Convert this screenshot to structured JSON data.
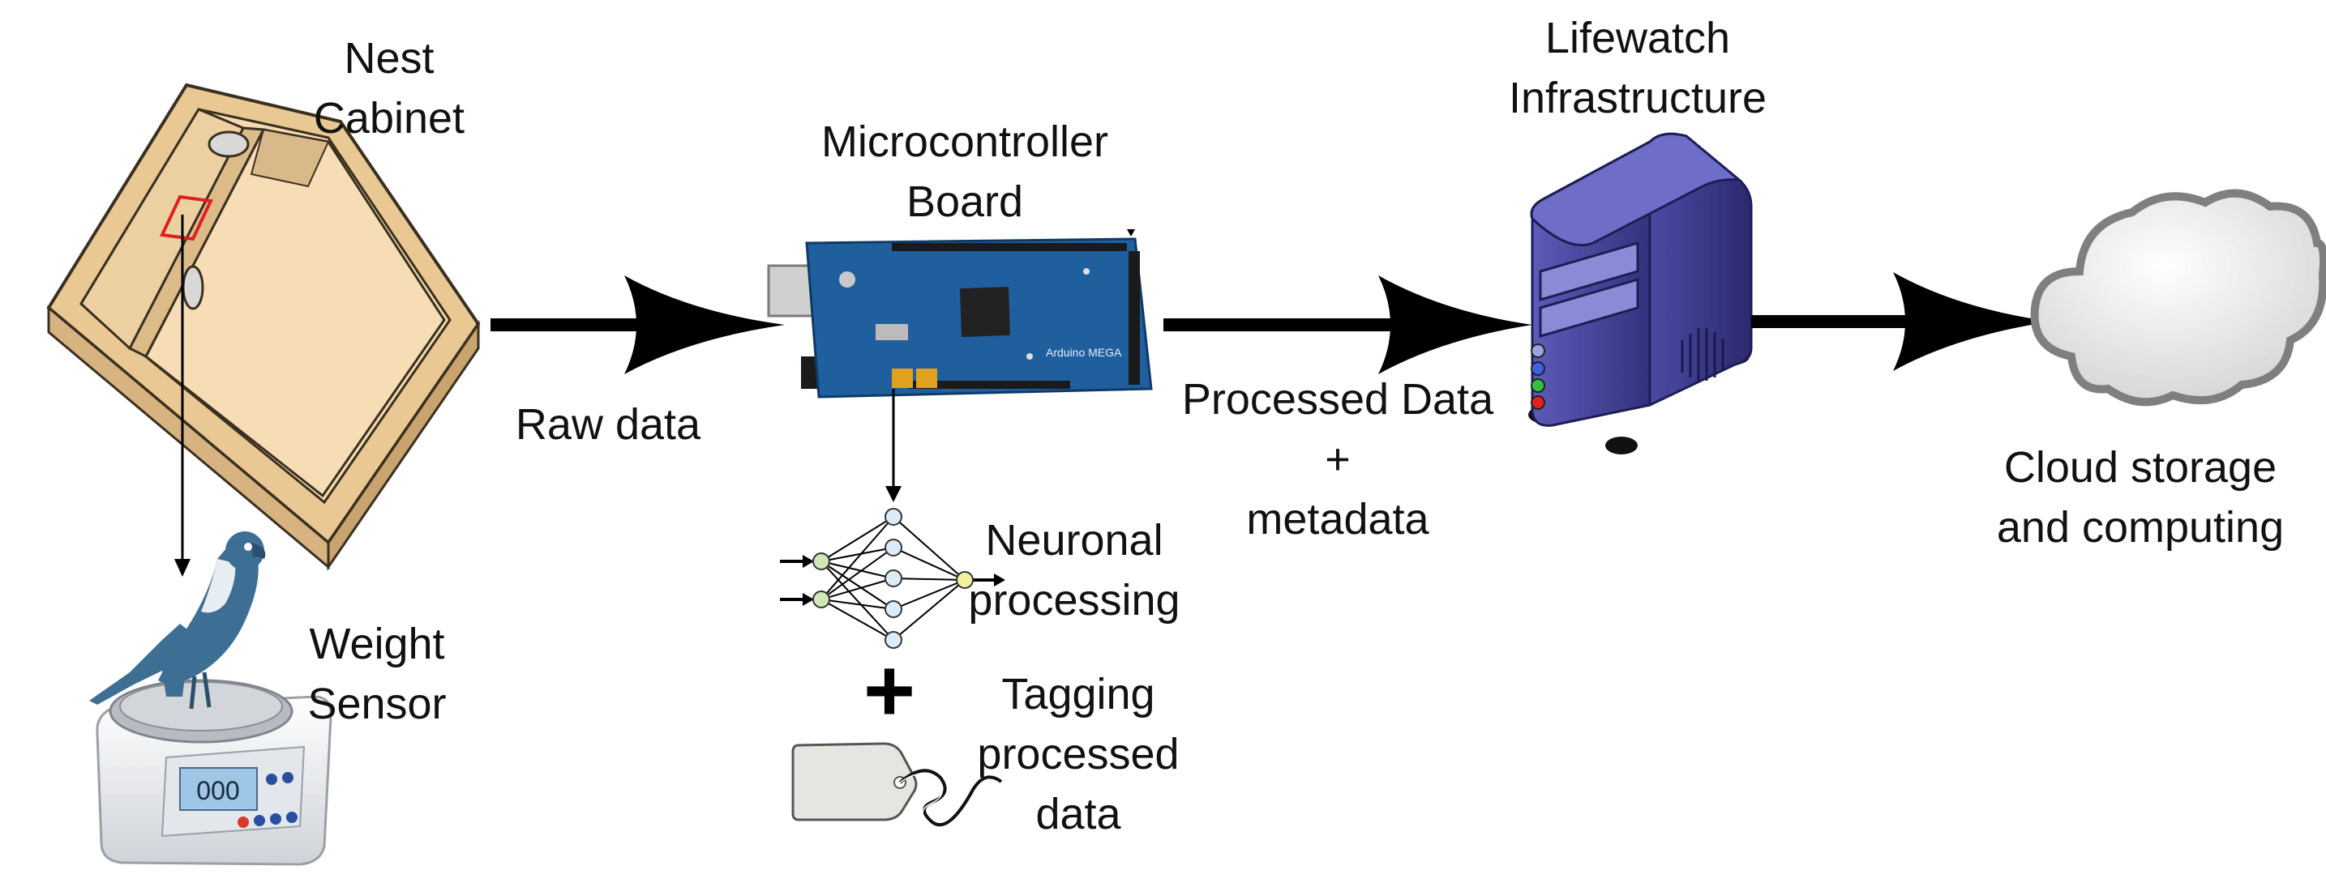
{
  "labels": {
    "nest_cabinet": [
      "Nest",
      "Cabinet"
    ],
    "weight_sensor": [
      "Weight",
      "Sensor"
    ],
    "microcontroller": [
      "Microcontroller",
      "Board"
    ],
    "lifewatch": [
      "Lifewatch",
      "Infrastructure"
    ],
    "raw_data": "Raw data",
    "processed_data": [
      "Processed Data",
      "+",
      "metadata"
    ],
    "cloud": [
      "Cloud storage",
      "and computing"
    ],
    "neuronal": [
      "Neuronal",
      "processing"
    ],
    "plus_sign": "+",
    "tagging": [
      "Tagging",
      "processed",
      "data"
    ]
  },
  "board_text": {
    "brand": "Arduino MEGA",
    "scale_display": "000"
  },
  "colors": {
    "arrow": "#000000",
    "cabinet_wood": "#f2d5a8",
    "cabinet_edge": "#3a3020",
    "bird": "#3d6f94",
    "board_blue": "#1f5f9e",
    "server_purple": "#3d3c8e",
    "cloud_gray": "#d9d9d9",
    "neuron_input": "#cfe8b4",
    "neuron_hidden": "#dcecf7",
    "neuron_output": "#f5f0a0"
  },
  "icons": [
    "nest-cabinet-icon",
    "bird-on-scale-icon",
    "arduino-board-icon",
    "neural-network-icon",
    "tag-icon",
    "server-icon",
    "cloud-icon"
  ]
}
